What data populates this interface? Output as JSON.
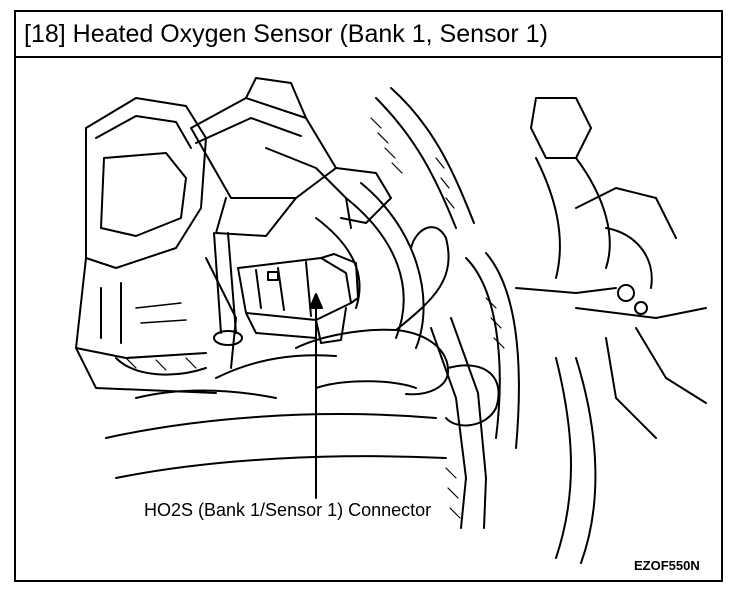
{
  "header": {
    "title": "[18] Heated Oxygen Sensor (Bank 1, Sensor 1)"
  },
  "figure": {
    "callout_label": "HO2S (Bank 1/Sensor 1) Connector",
    "figure_code": "EZOF550N",
    "icons": [
      "engine-bay-line-drawing",
      "connector-icon",
      "hand-icon",
      "leader-arrow"
    ]
  }
}
